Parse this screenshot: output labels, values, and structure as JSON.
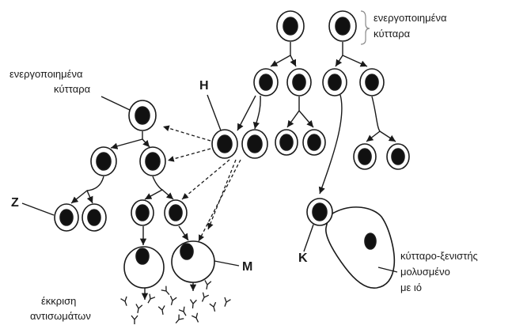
{
  "labels": {
    "activated_top_1": "ενεργοποιημένα",
    "activated_top_2": "κύτταρα",
    "activated_left_1": "ενεργοποιημένα",
    "activated_left_2": "κύτταρα",
    "H": "Η",
    "Z": "Ζ",
    "M": "Μ",
    "K": "Κ",
    "secretion_1": "έκκριση",
    "secretion_2": "αντισωμάτων",
    "host_1": "κύτταρο-ξενιστής",
    "host_2": "μολυσμένο",
    "host_3": "με ιό"
  },
  "colors": {
    "line": "#1a1a1a",
    "nucleus": "#111111",
    "cell_fill": "#ffffff"
  }
}
